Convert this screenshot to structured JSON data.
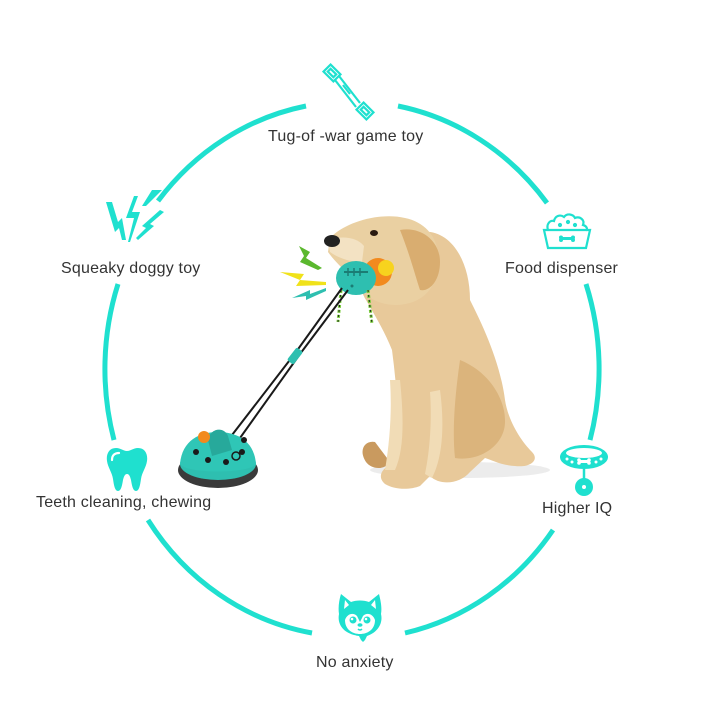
{
  "theme": {
    "accent": "#1fe0cf",
    "text": "#333333",
    "background": "#ffffff"
  },
  "features": [
    {
      "id": "tug",
      "label": "Tug-of -war game toy",
      "icon": "rope-bone-icon"
    },
    {
      "id": "squeaky",
      "label": "Squeaky doggy toy",
      "icon": "lightning-squeak-icon"
    },
    {
      "id": "food",
      "label": "Food dispenser",
      "icon": "food-bowl-icon"
    },
    {
      "id": "teeth",
      "label": "Teeth cleaning, chewing",
      "icon": "tooth-icon"
    },
    {
      "id": "iq",
      "label": "Higher IQ",
      "icon": "dog-collar-icon"
    },
    {
      "id": "anxiety",
      "label": "No anxiety",
      "icon": "shiba-face-icon"
    }
  ],
  "product": {
    "subject": "golden-retriever-with-suction-tug-toy"
  }
}
